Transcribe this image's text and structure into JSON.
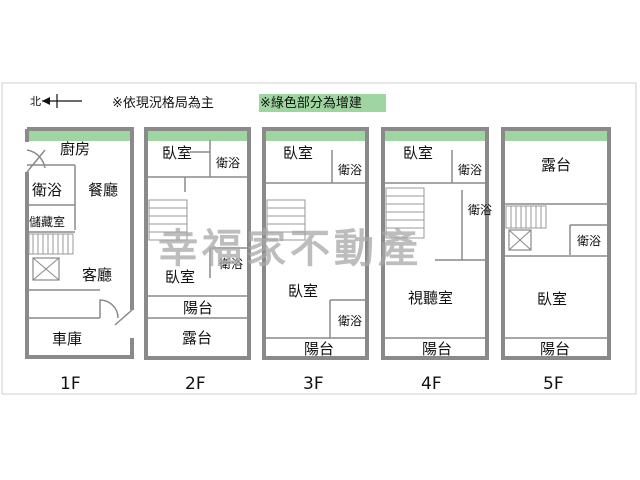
{
  "compass": {
    "label": "北",
    "icon": "north-arrow-icon"
  },
  "notes": {
    "layout_note": "※依現況格局為主",
    "addition_note": "※綠色部分為增建"
  },
  "colors": {
    "addition": "#9fd5a0",
    "wall": "#8a8a8a",
    "frame": "#cfcfcf"
  },
  "watermark": "幸福家不動產",
  "floors": [
    {
      "label": "1F",
      "rooms": [
        "廚房",
        "衛浴",
        "餐廳",
        "儲藏室",
        "客廳",
        "車庫"
      ]
    },
    {
      "label": "2F",
      "rooms": [
        "臥室",
        "衛浴",
        "衛浴",
        "臥室",
        "陽台",
        "露台"
      ]
    },
    {
      "label": "3F",
      "rooms": [
        "臥室",
        "衛浴",
        "臥室",
        "衛浴",
        "陽台"
      ]
    },
    {
      "label": "4F",
      "rooms": [
        "臥室",
        "衛浴",
        "衛浴",
        "視聽室",
        "陽台"
      ]
    },
    {
      "label": "5F",
      "rooms": [
        "露台",
        "衛浴",
        "臥室",
        "陽台"
      ]
    }
  ]
}
